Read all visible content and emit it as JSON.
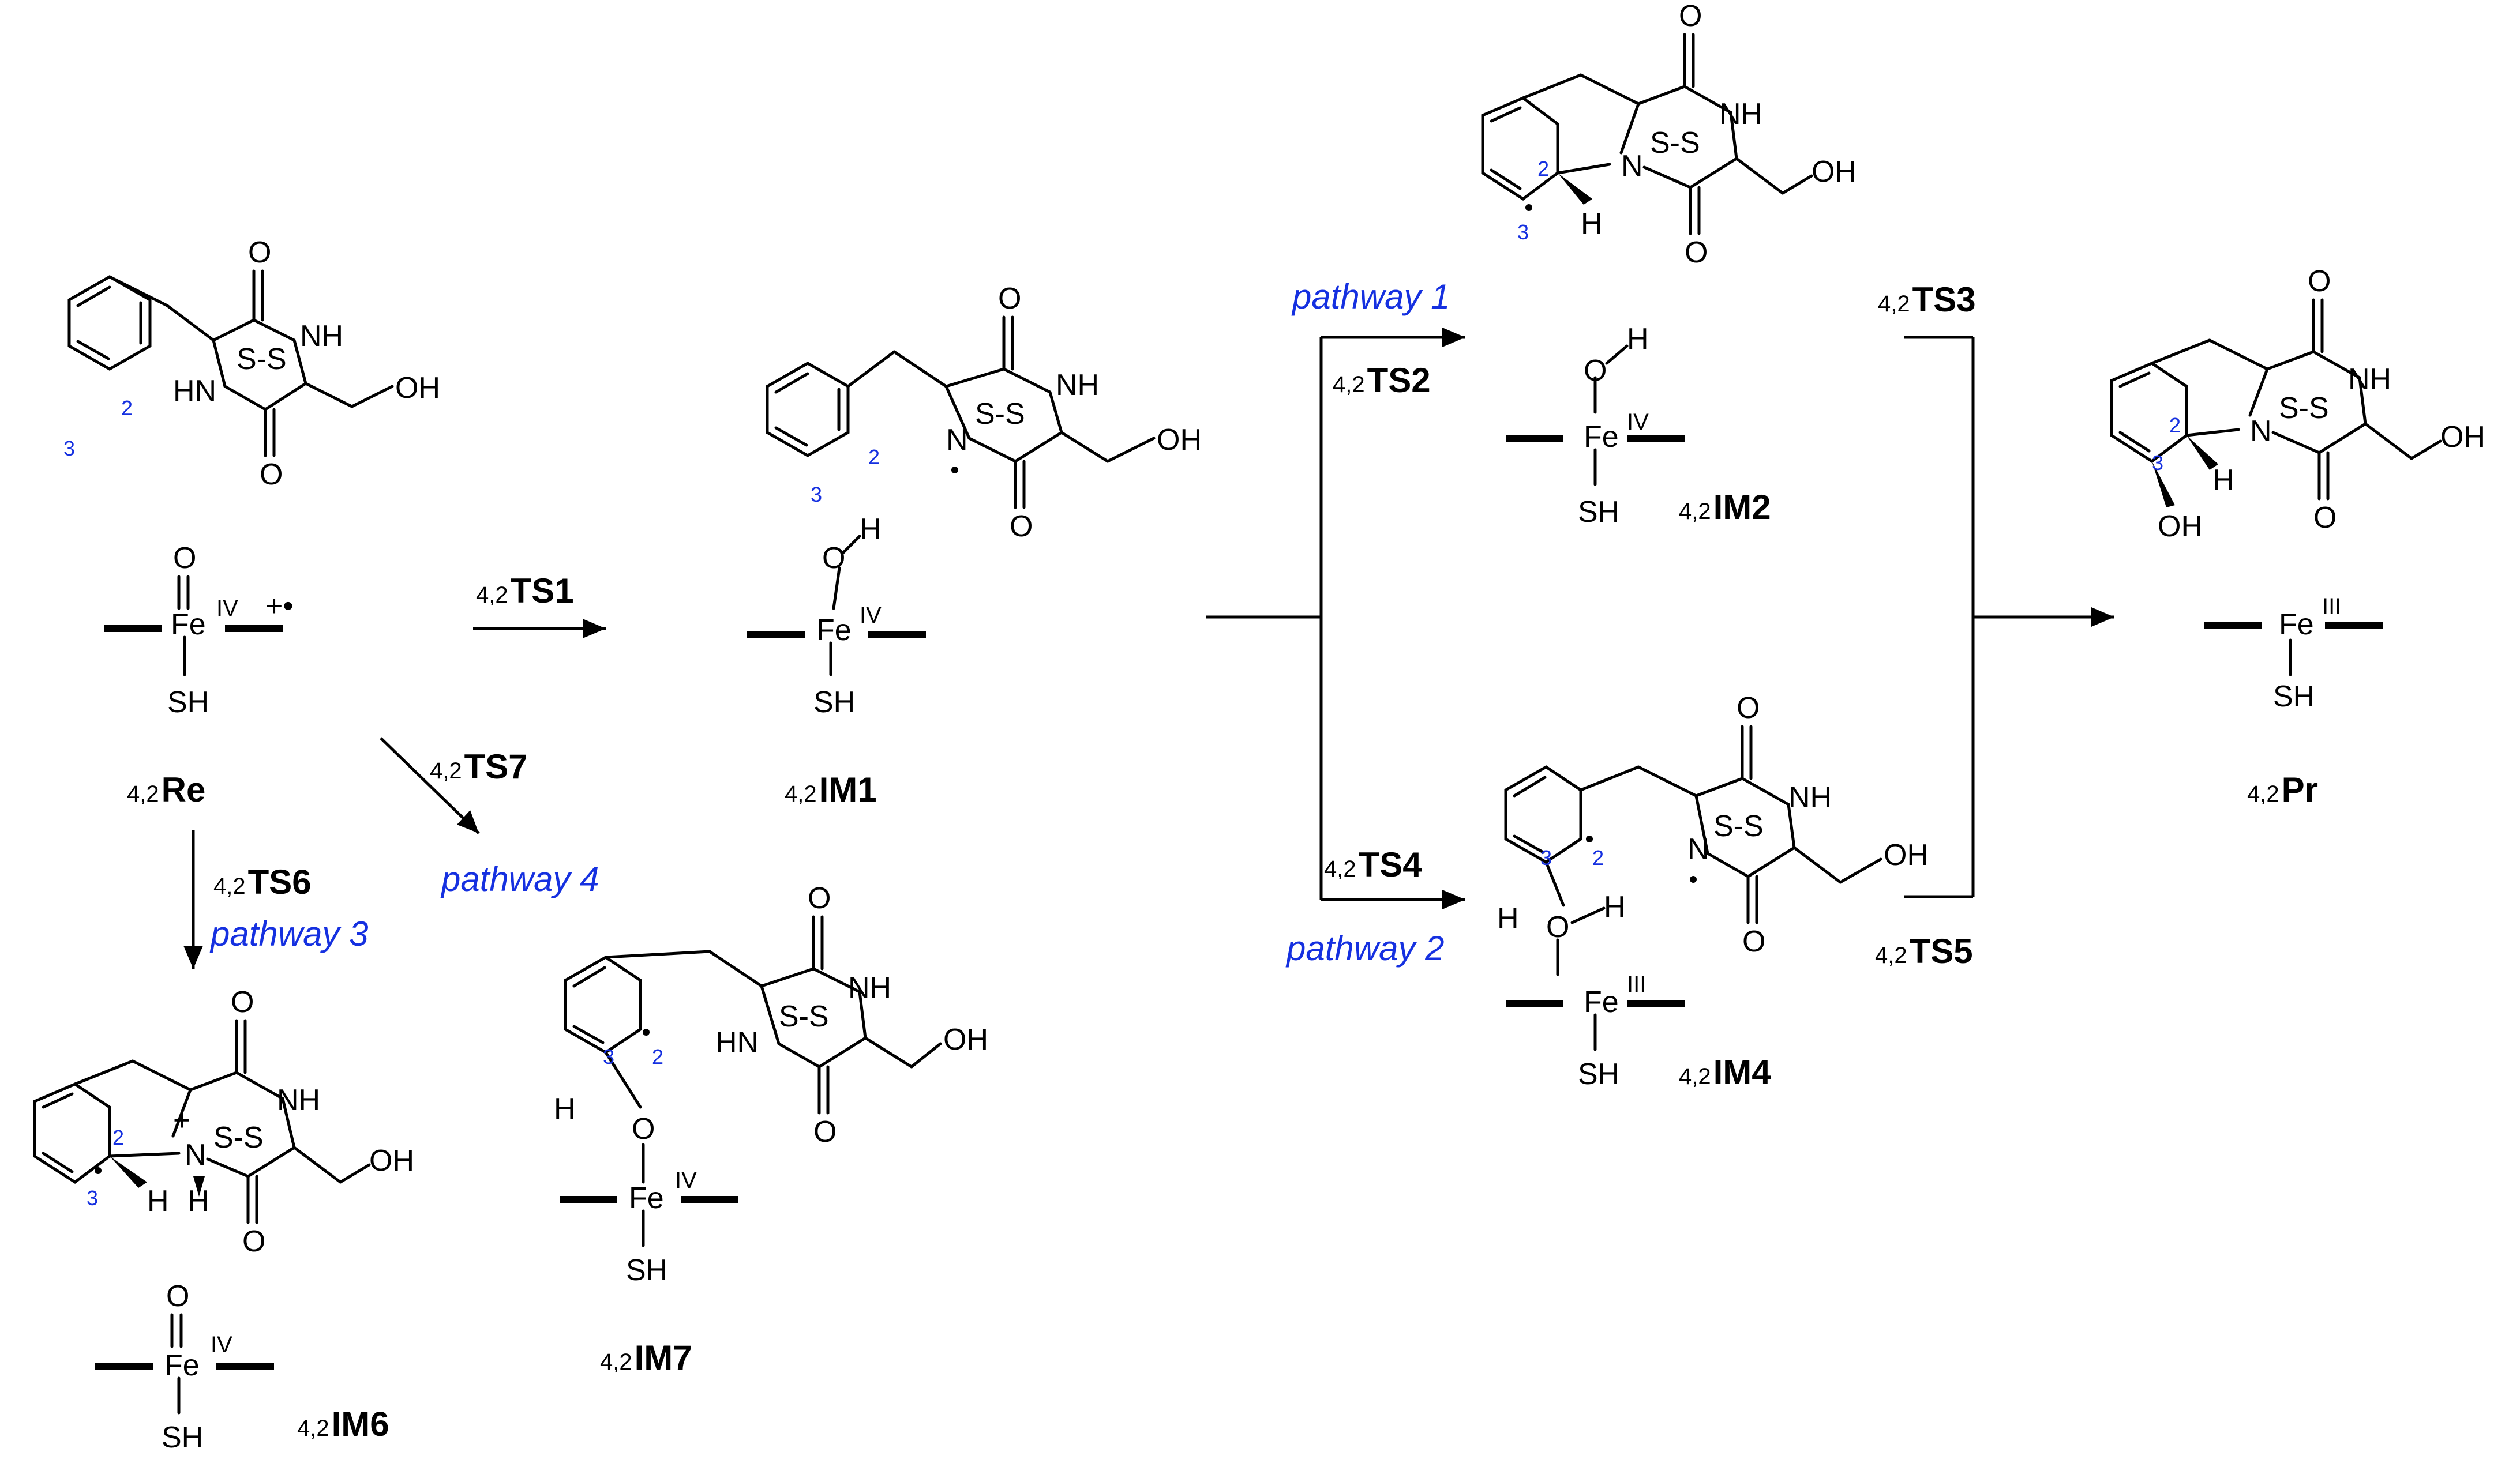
{
  "species": {
    "re": {
      "sup": "4,2",
      "name": "Re"
    },
    "im1": {
      "sup": "4,2",
      "name": "IM1"
    },
    "im2": {
      "sup": "4,2",
      "name": "IM2"
    },
    "im4": {
      "sup": "4,2",
      "name": "IM4"
    },
    "im6": {
      "sup": "4,2",
      "name": "IM6"
    },
    "im7": {
      "sup": "4,2",
      "name": "IM7"
    },
    "pr": {
      "sup": "4,2",
      "name": "Pr"
    }
  },
  "transition_states": {
    "ts1": {
      "sup": "4,2",
      "name": "TS1"
    },
    "ts2": {
      "sup": "4,2",
      "name": "TS2"
    },
    "ts3": {
      "sup": "4,2",
      "name": "TS3"
    },
    "ts4": {
      "sup": "4,2",
      "name": "TS4"
    },
    "ts5": {
      "sup": "4,2",
      "name": "TS5"
    },
    "ts6": {
      "sup": "4,2",
      "name": "TS6"
    },
    "ts7": {
      "sup": "4,2",
      "name": "TS7"
    }
  },
  "pathways": {
    "p1": "pathway 1",
    "p2": "pathway 2",
    "p3": "pathway 3",
    "p4": "pathway 4"
  },
  "atoms": {
    "O": "O",
    "H": "H",
    "N": "N",
    "NH": "NH",
    "HN": "HN",
    "OH": "OH",
    "SS": "S-S",
    "SH": "SH",
    "Fe": "Fe",
    "Fe_IV": "IV",
    "Fe_III": "III",
    "radical_cation": "+•",
    "plus": "+",
    "c2": "2",
    "c3": "3"
  }
}
